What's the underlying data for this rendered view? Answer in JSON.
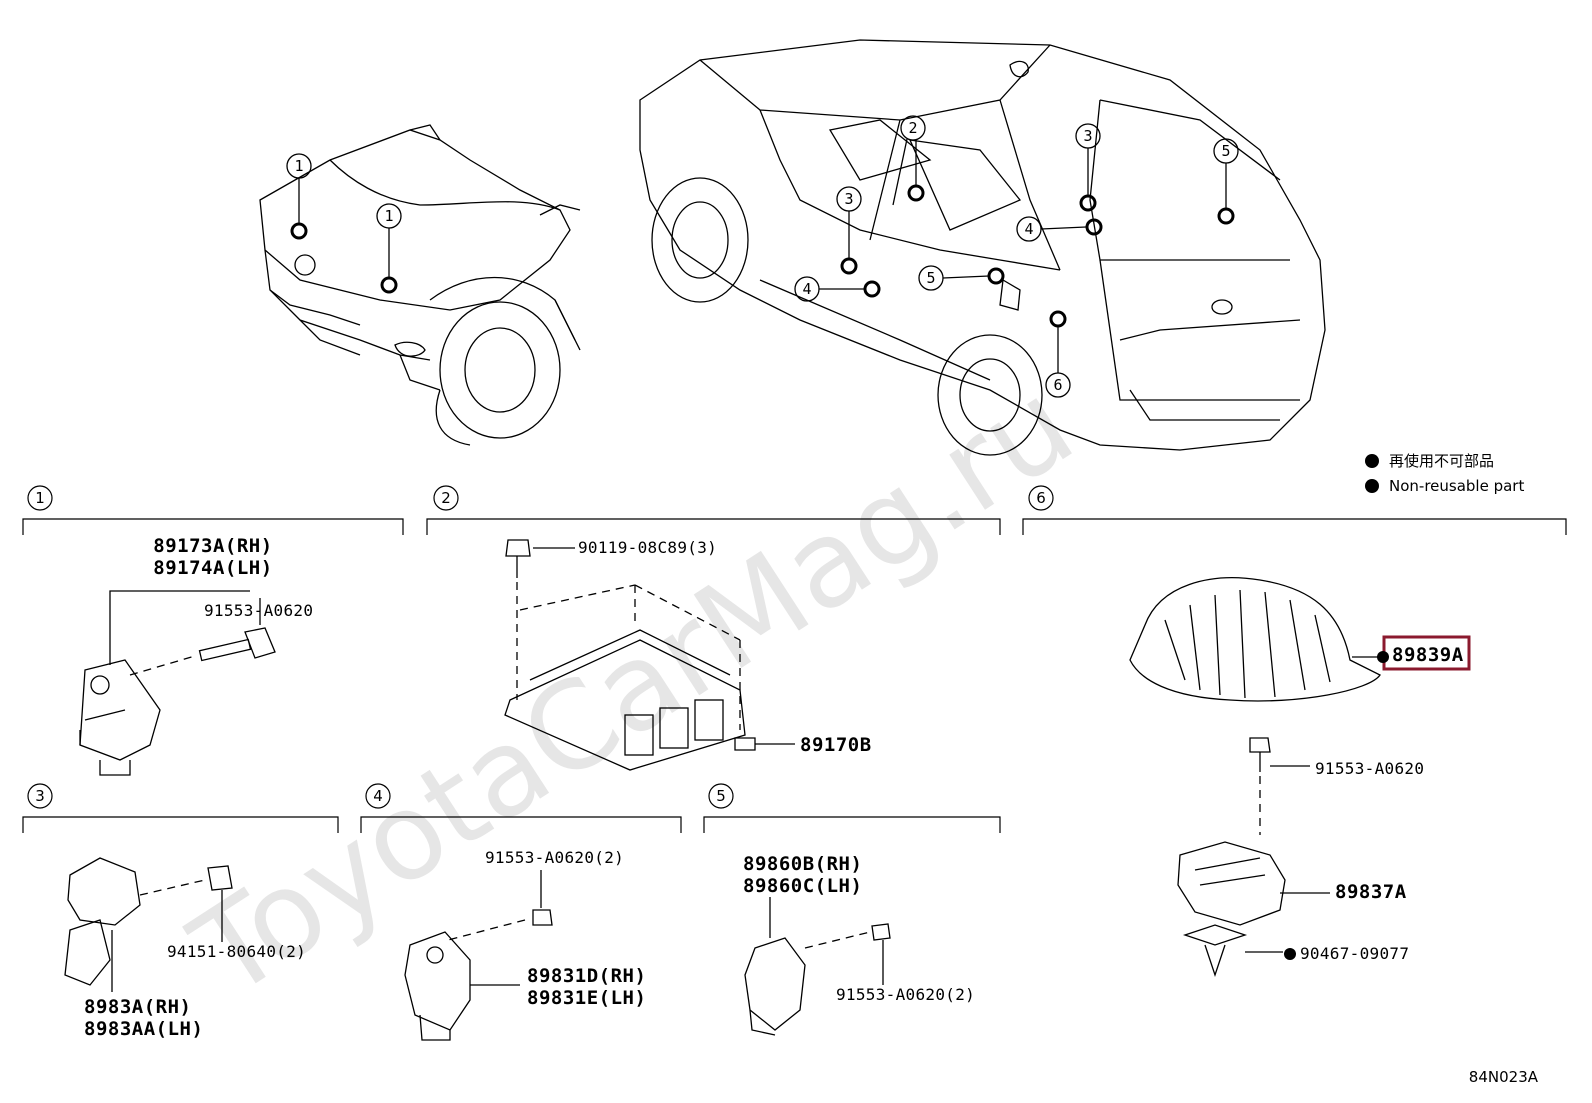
{
  "watermark": "ToyotaCarMag.ru",
  "diagram_code": "84N023A",
  "legend": {
    "jp": "再使用不可部品",
    "en": "Non-reusable part"
  },
  "group_numbers": [
    "1",
    "2",
    "3",
    "4",
    "5",
    "6"
  ],
  "callouts": {
    "c1a": "1",
    "c1b": "1",
    "c2": "2",
    "c3a": "3",
    "c3b": "3",
    "c4a": "4",
    "c4b": "4",
    "c5a": "5",
    "c5b": "5",
    "c6": "6"
  },
  "section1": {
    "label": "1",
    "part_rh": "89173A(RH)",
    "part_lh": "89174A(LH)",
    "bolt": "91553-A0620"
  },
  "section2": {
    "label": "2",
    "bolt": "90119-08C89(3)",
    "ecu": "89170B"
  },
  "section3": {
    "label": "3",
    "nut": "94151-80640(2)",
    "part_rh": "8983A(RH)",
    "part_lh": "8983AA(LH)"
  },
  "section4": {
    "label": "4",
    "bolt": "91553-A0620(2)",
    "part_rh": "89831D(RH)",
    "part_lh": "89831E(LH)"
  },
  "section5": {
    "label": "5",
    "part_rh": "89860B(RH)",
    "part_lh": "89860C(LH)",
    "bolt": "91553-A0620(2)"
  },
  "section6": {
    "label": "6",
    "cover": "89839A",
    "bolt": "91553-A0620",
    "sensor": "89837A",
    "clip": "90467-09077"
  },
  "colors": {
    "line": "#000000",
    "highlight_box": "#8b1a2e",
    "watermark": "#e6e6e6"
  }
}
